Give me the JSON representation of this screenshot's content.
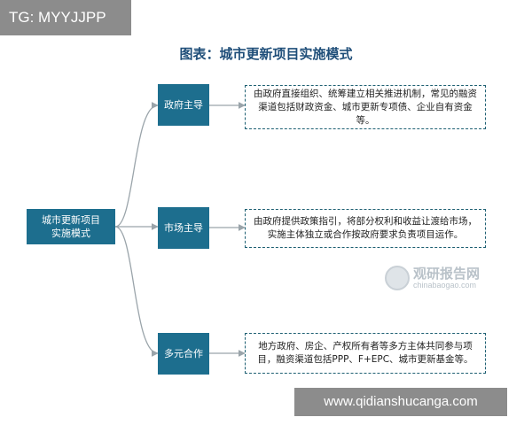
{
  "tag": "TG: MYYJJPP",
  "title": "图表：城市更新项目实施模式",
  "root": {
    "label": "城市更新项目\n实施模式"
  },
  "modes": [
    {
      "label": "政府主导",
      "description": "由政府直接组织、统筹建立相关推进机制，常见的融资渠道包括财政资金、城市更新专项债、企业自有资金等。"
    },
    {
      "label": "市场主导",
      "description": "由政府提供政策指引，将部分权利和收益让渡给市场，实施主体独立或合作按政府要求负责项目运作。"
    },
    {
      "label": "多元合作",
      "description": "地方政府、房企、产权所有者等多方主体共同参与项目，融资渠道包括PPP、F+EPC、城市更新基金等。"
    }
  ],
  "watermark": {
    "name": "观研报告网",
    "domain": "chinabaogao.com"
  },
  "footer_url": "www.qidianshucanga.com",
  "colors": {
    "node": "#1d6e8e",
    "title": "#1f4e79",
    "connector": "#9aa4aa",
    "dash": "#1d5f72"
  }
}
